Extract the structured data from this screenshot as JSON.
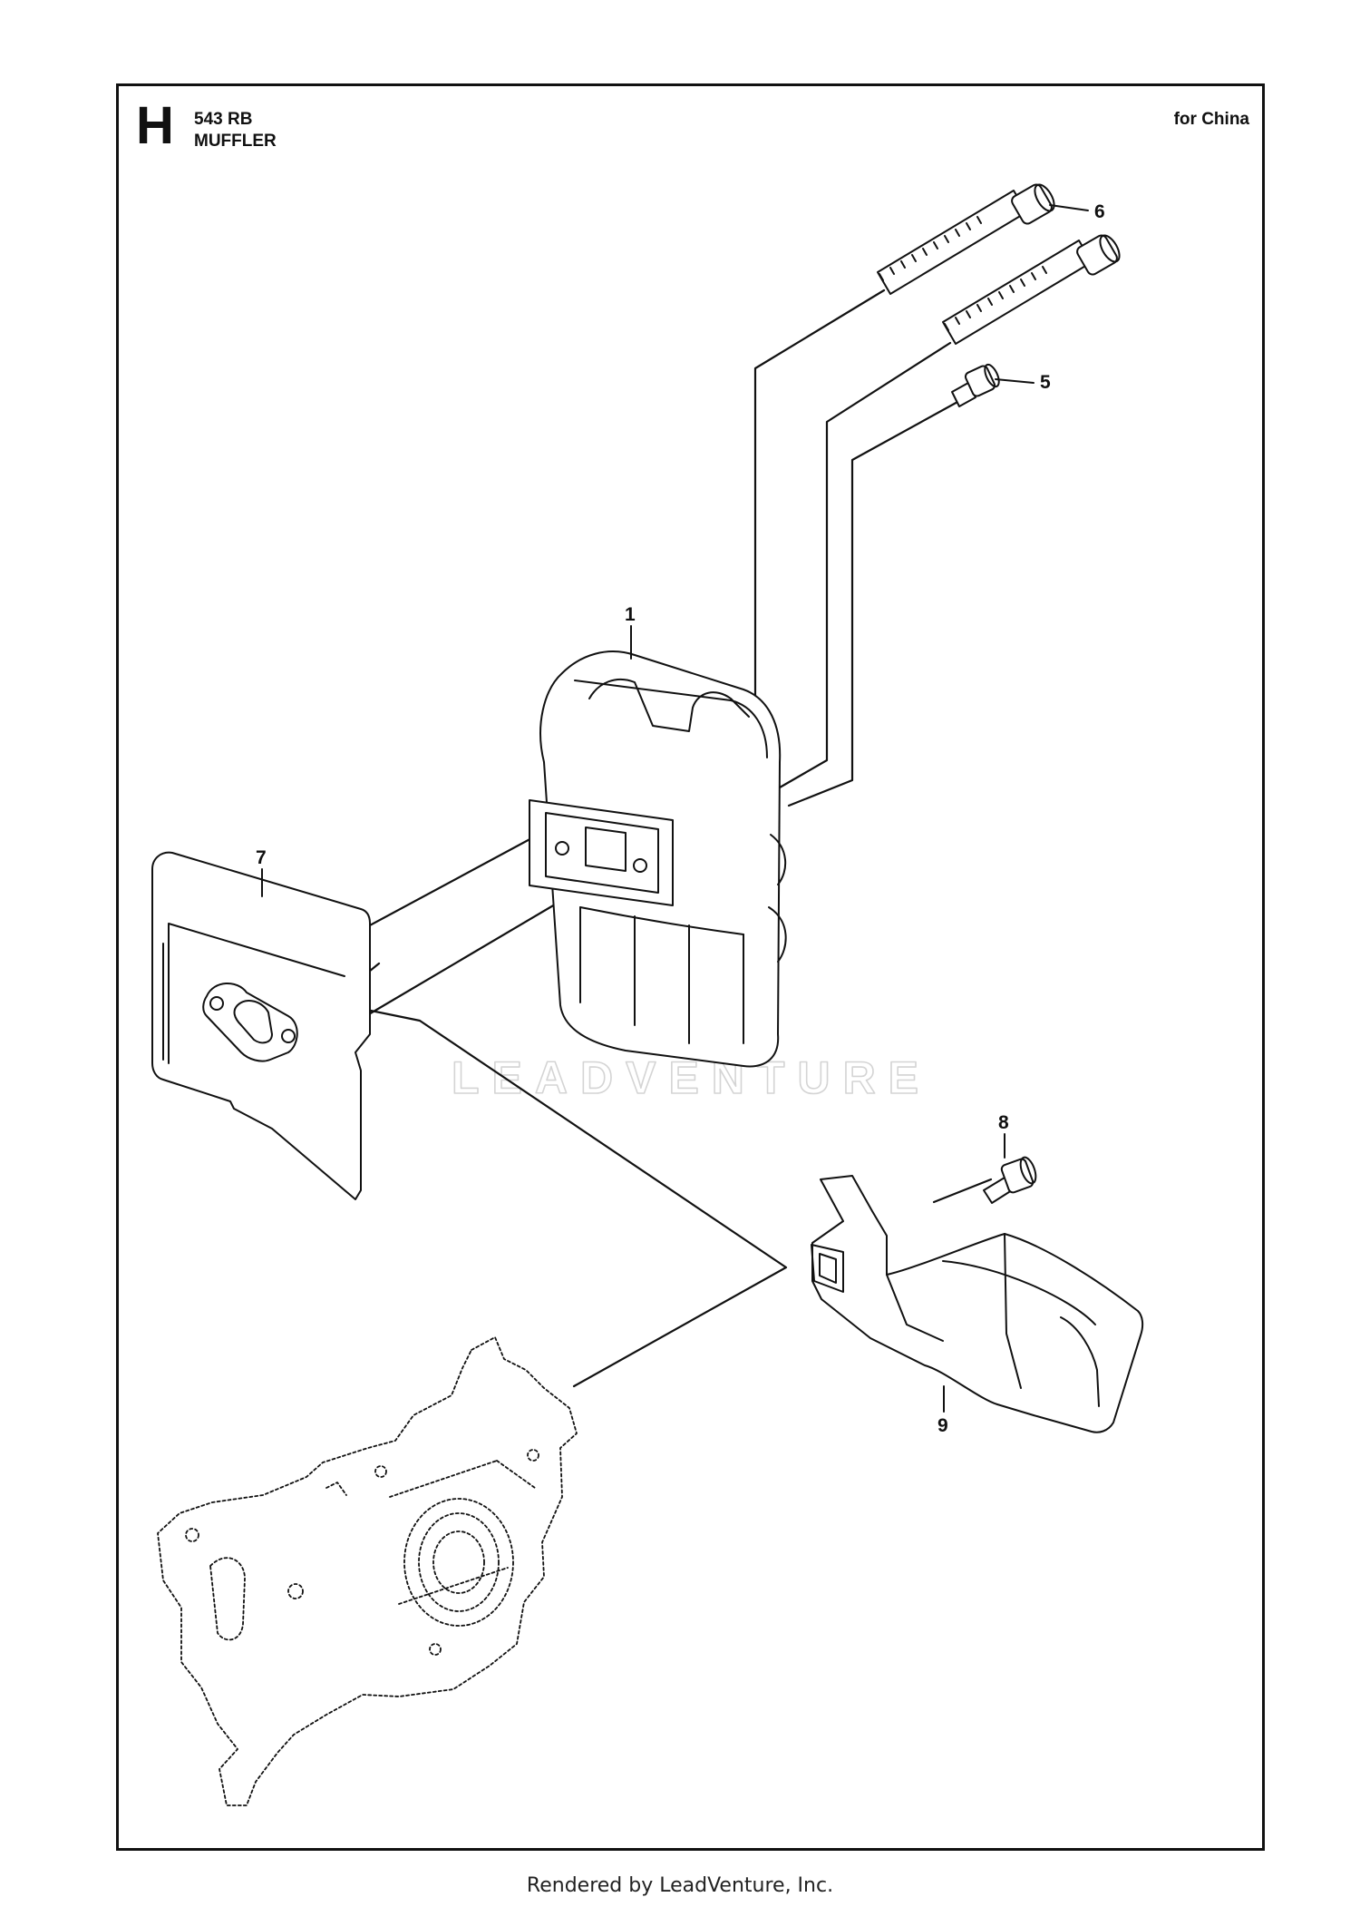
{
  "header": {
    "section_letter": "H",
    "model": "543 RB",
    "title": "MUFFLER",
    "region_note": "for China"
  },
  "callouts": {
    "muffler": "1",
    "screw_small": "5",
    "bolts": "6",
    "heat_shield_plate": "7",
    "screw_cover": "8",
    "muffler_cover": "9"
  },
  "watermark": "LEADVENTURE",
  "footer": "Rendered by LeadVenture, Inc."
}
